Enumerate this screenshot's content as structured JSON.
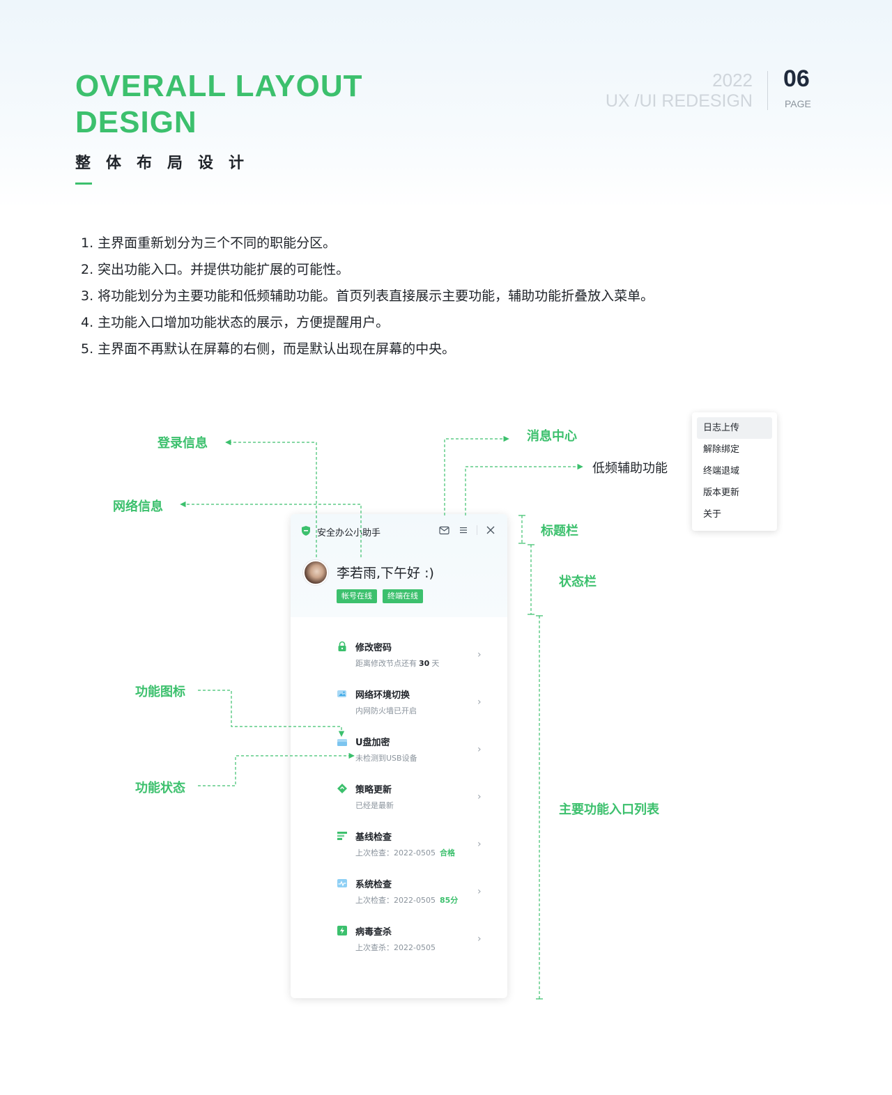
{
  "header": {
    "title_en": "OVERALL LAYOUT DESIGN",
    "title_cn": "整体布局设计",
    "year": "2022",
    "subtitle": "UX /UI REDESIGN",
    "page_number": "06",
    "page_label": "PAGE"
  },
  "points": [
    "1. 主界面重新划分为三个不同的职能分区。",
    "2. 突出功能入口。并提供功能扩展的可能性。",
    "3. 将功能划分为主要功能和低频辅助功能。首页列表直接展示主要功能，辅助功能折叠放入菜单。",
    "4. 主功能入口增加功能状态的展示，方便提醒用户。",
    "5. 主界面不再默认在屏幕的右侧，而是默认出现在屏幕的中央。"
  ],
  "annotations": {
    "login_info": "登录信息",
    "network_info": "网络信息",
    "message_center": "消息中心",
    "aux_functions": "低频辅助功能",
    "title_bar": "标题栏",
    "status_bar": "状态栏",
    "feature_icon": "功能图标",
    "feature_status": "功能状态",
    "main_list": "主要功能入口列表"
  },
  "menu": {
    "items": [
      "日志上传",
      "解除绑定",
      "终端退域",
      "版本更新",
      "关于"
    ],
    "active_index": 0
  },
  "app": {
    "title": "安全办公小助手",
    "greeting": "李若雨,下午好 :)",
    "badges": [
      "帐号在线",
      "终端在线"
    ],
    "features": [
      {
        "name": "修改密码",
        "status_prefix": "距离修改节点还有",
        "status_num": "30",
        "status_suffix": "天",
        "highlight": "",
        "icon": "lock-icon"
      },
      {
        "name": "网络环境切换",
        "status_prefix": "内网防火墙已开启",
        "status_num": "",
        "status_suffix": "",
        "highlight": "",
        "icon": "network-icon"
      },
      {
        "name": "U盘加密",
        "status_prefix": "未检测到USB设备",
        "status_num": "",
        "status_suffix": "",
        "highlight": "",
        "icon": "usb-icon"
      },
      {
        "name": "策略更新",
        "status_prefix": "已经是最新",
        "status_num": "",
        "status_suffix": "",
        "highlight": "",
        "icon": "policy-icon"
      },
      {
        "name": "基线检查",
        "status_prefix": "上次检查：2022-0505",
        "status_num": "",
        "status_suffix": "",
        "highlight": "合格",
        "icon": "baseline-icon"
      },
      {
        "name": "系统检查",
        "status_prefix": "上次检查：2022-0505",
        "status_num": "",
        "status_suffix": "",
        "highlight": "85分",
        "icon": "system-check-icon"
      },
      {
        "name": "病毒查杀",
        "status_prefix": "上次查杀：2022-0505",
        "status_num": "",
        "status_suffix": "",
        "highlight": "",
        "icon": "virus-scan-icon"
      }
    ]
  },
  "colors": {
    "accent": "#3cc06d",
    "text": "#1f2329",
    "muted": "#8a939c",
    "header_light": "#cfd5db"
  }
}
